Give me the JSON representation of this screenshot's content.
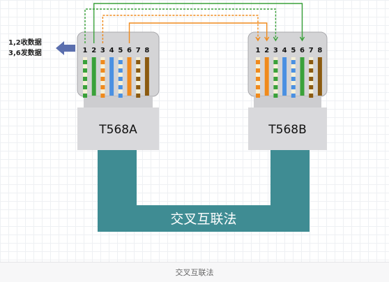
{
  "side_note": {
    "line1": "1,2收数据",
    "line2": "3,6发数据"
  },
  "connector_a": {
    "pins": [
      "1",
      "2",
      "3",
      "4",
      "5",
      "6",
      "7",
      "8"
    ],
    "label": "T568A",
    "wires": [
      {
        "pin": 1,
        "color": "#3aa13a",
        "pattern": "striped"
      },
      {
        "pin": 2,
        "color": "#3aa13a",
        "pattern": "solid"
      },
      {
        "pin": 3,
        "color": "#f08a1c",
        "pattern": "striped"
      },
      {
        "pin": 4,
        "color": "#4a90e2",
        "pattern": "solid"
      },
      {
        "pin": 5,
        "color": "#4a90e2",
        "pattern": "striped"
      },
      {
        "pin": 6,
        "color": "#f08a1c",
        "pattern": "solid"
      },
      {
        "pin": 7,
        "color": "#8b5a10",
        "pattern": "striped"
      },
      {
        "pin": 8,
        "color": "#8b5a10",
        "pattern": "solid"
      }
    ]
  },
  "connector_b": {
    "pins": [
      "1",
      "2",
      "3",
      "4",
      "5",
      "6",
      "7",
      "8"
    ],
    "label": "T568B",
    "wires": [
      {
        "pin": 1,
        "color": "#f08a1c",
        "pattern": "striped"
      },
      {
        "pin": 2,
        "color": "#f08a1c",
        "pattern": "solid"
      },
      {
        "pin": 3,
        "color": "#3aa13a",
        "pattern": "striped"
      },
      {
        "pin": 4,
        "color": "#4a90e2",
        "pattern": "solid"
      },
      {
        "pin": 5,
        "color": "#4a90e2",
        "pattern": "striped"
      },
      {
        "pin": 6,
        "color": "#3aa13a",
        "pattern": "solid"
      },
      {
        "pin": 7,
        "color": "#8b5a10",
        "pattern": "striped"
      },
      {
        "pin": 8,
        "color": "#8b5a10",
        "pattern": "solid"
      }
    ]
  },
  "cable": {
    "label": "交叉互联法",
    "color": "#3f8c93"
  },
  "connections": [
    {
      "from_pin": 1,
      "to_pin": 3,
      "color": "#3aa13a",
      "style": "dashed"
    },
    {
      "from_pin": 2,
      "to_pin": 6,
      "color": "#3aa13a",
      "style": "solid"
    },
    {
      "from_pin": 3,
      "to_pin": 1,
      "color": "#f08a1c",
      "style": "dashed"
    },
    {
      "from_pin": 6,
      "to_pin": 2,
      "color": "#f08a1c",
      "style": "solid"
    }
  ],
  "colors": {
    "arrow": "#5b6fae",
    "connector_body": "#d4d4d6",
    "connector_border": "#a8a8ac",
    "label_box": "#d9d9dc",
    "wire_base": "#f6f0d6"
  },
  "caption": "交叉互联法"
}
